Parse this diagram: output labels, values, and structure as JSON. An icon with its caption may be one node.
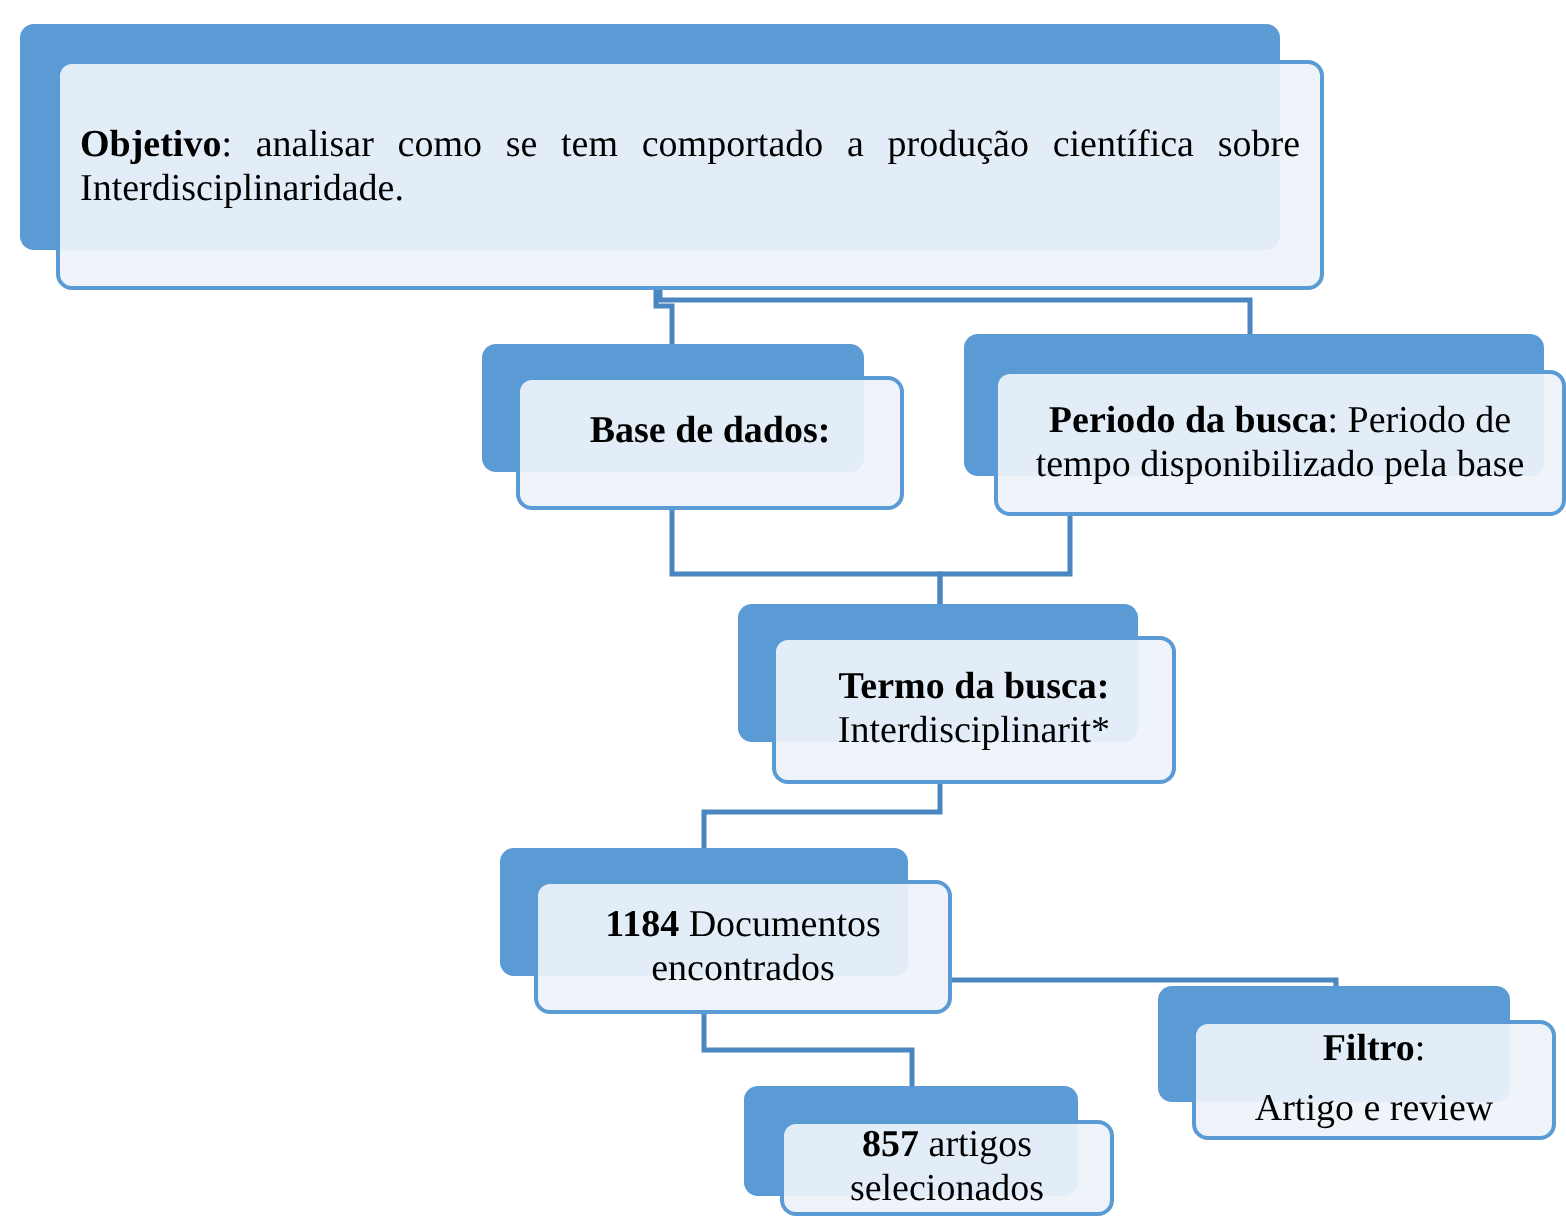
{
  "diagram": {
    "nodes": [
      {
        "text": [
          "**Objetivo**: analisar como se tem comportado a produção científica sobre Interdisciplinaridade."
        ]
      },
      {
        "text": [
          "Base de dados:"
        ]
      },
      {
        "text": [
          "**Periodo da busca**: Periodo de tempo disponibilizado pela base"
        ]
      },
      {
        "text": [
          "Termo da busca:",
          "Interdisciplinarit*"
        ]
      },
      {
        "text": [
          "**1184** Documentos encontrados"
        ]
      },
      {
        "text": [
          "**Filtro**:",
          "Artigo e review"
        ]
      },
      {
        "text": [
          "**857** artigos selecionados"
        ]
      }
    ],
    "edges": [
      {
        "from": 0,
        "to": 1,
        "arrow": "none"
      },
      {
        "from": 0,
        "to": 2,
        "arrow": "none"
      },
      {
        "from": 1,
        "to": 3,
        "arrow": "none"
      },
      {
        "from": 2,
        "to": 3,
        "arrow": "none"
      },
      {
        "from": 3,
        "to": 4,
        "arrow": "none"
      },
      {
        "from": 4,
        "to": 5,
        "arrow": "none"
      },
      {
        "from": 4,
        "to": 6,
        "arrow": "none"
      }
    ]
  }
}
